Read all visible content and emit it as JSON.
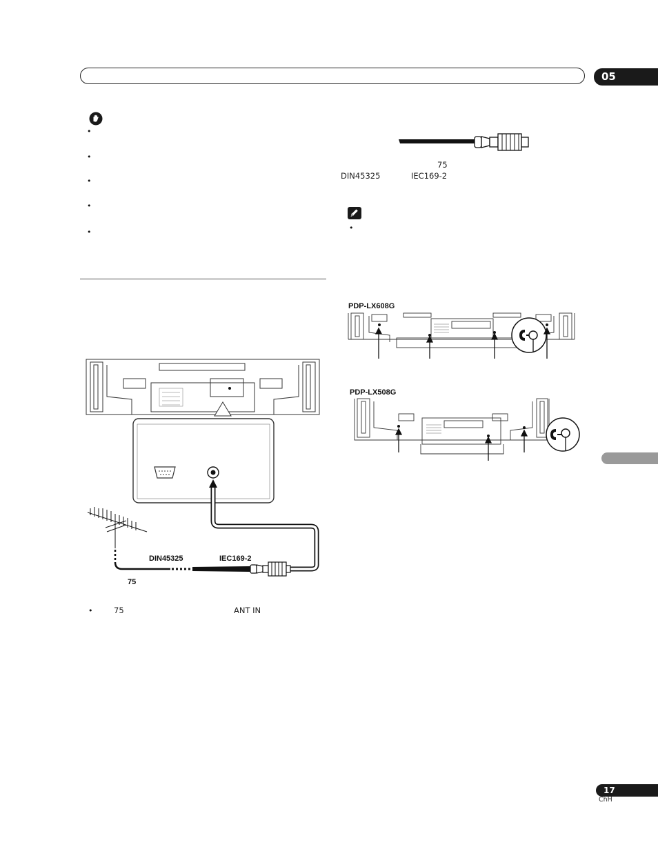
{
  "header": {
    "chapter_number": "05"
  },
  "caution": {
    "icon": "caution-hand-icon",
    "bullets": [
      "•",
      "•",
      "•",
      "•",
      "•"
    ]
  },
  "connector_illustration": {
    "label_75": "75",
    "label_din": "DIN45325",
    "label_iec": "IEC169-2"
  },
  "note": {
    "icon": "note-pencil-icon",
    "bullets": [
      "•"
    ]
  },
  "models": {
    "lx608g": "PDP-LX608G",
    "lx508g": "PDP-LX508G"
  },
  "antenna_diagram": {
    "label_din": "DIN45325",
    "label_iec": "IEC169-2",
    "label_75": "75"
  },
  "instruction": {
    "bullet": "•",
    "value_75": "75",
    "terminal": "ANT IN"
  },
  "footer": {
    "page_number": "17",
    "language": "ChH"
  }
}
